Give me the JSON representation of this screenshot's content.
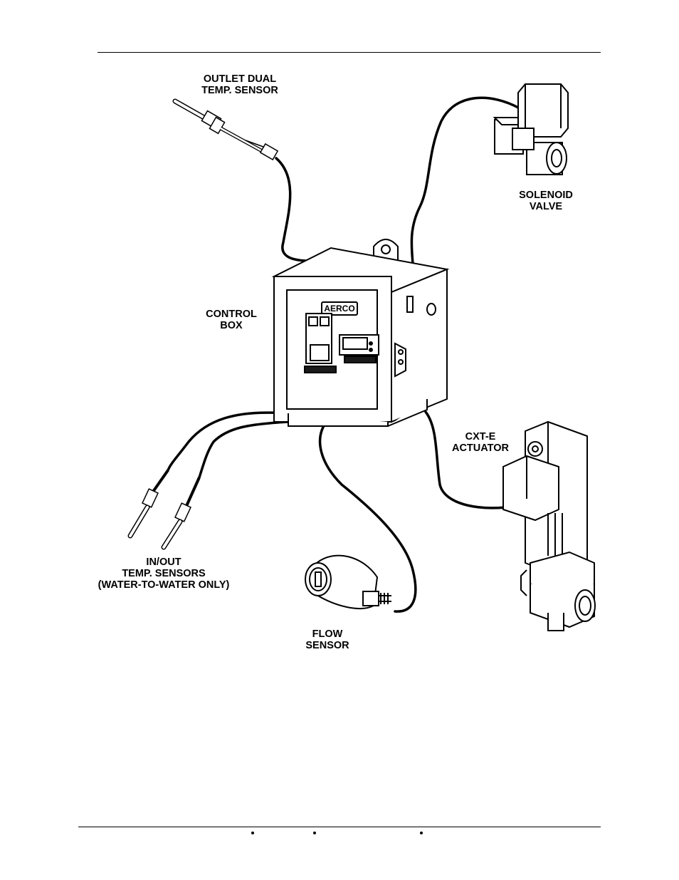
{
  "labels": {
    "outlet_sensor": [
      "OUTLET DUAL",
      "TEMP. SENSOR"
    ],
    "solenoid_valve": [
      "SOLENOID",
      "VALVE"
    ],
    "control_box": [
      "CONTROL",
      "BOX"
    ],
    "actuator": [
      "CXT-E",
      "ACTUATOR"
    ],
    "inout_sensors": [
      "IN/OUT",
      "TEMP. SENSORS",
      "(WATER-TO-WATER ONLY)"
    ],
    "flow_sensor": [
      "FLOW",
      "SENSOR"
    ]
  },
  "logo_text": "AERCO",
  "colors": {
    "line": "#000000",
    "background": "#ffffff",
    "fill_dark": "#1a1a1a"
  }
}
